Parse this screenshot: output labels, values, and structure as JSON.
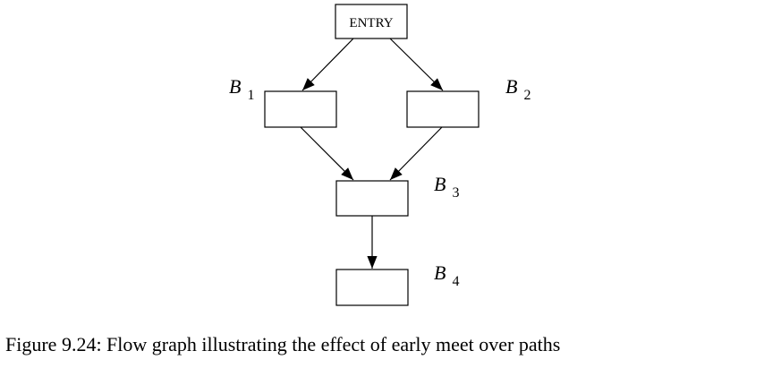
{
  "diagram": {
    "entry_label": "ENTRY",
    "blocks": [
      {
        "id": "b1",
        "letter": "B",
        "index": "1"
      },
      {
        "id": "b2",
        "letter": "B",
        "index": "2"
      },
      {
        "id": "b3",
        "letter": "B",
        "index": "3"
      },
      {
        "id": "b4",
        "letter": "B",
        "index": "4"
      }
    ],
    "edges": [
      {
        "from": "entry",
        "to": "b1"
      },
      {
        "from": "entry",
        "to": "b2"
      },
      {
        "from": "b1",
        "to": "b3"
      },
      {
        "from": "b2",
        "to": "b3"
      },
      {
        "from": "b3",
        "to": "b4"
      }
    ]
  },
  "caption": "Figure 9.24: Flow graph illustrating the effect of early meet over paths"
}
